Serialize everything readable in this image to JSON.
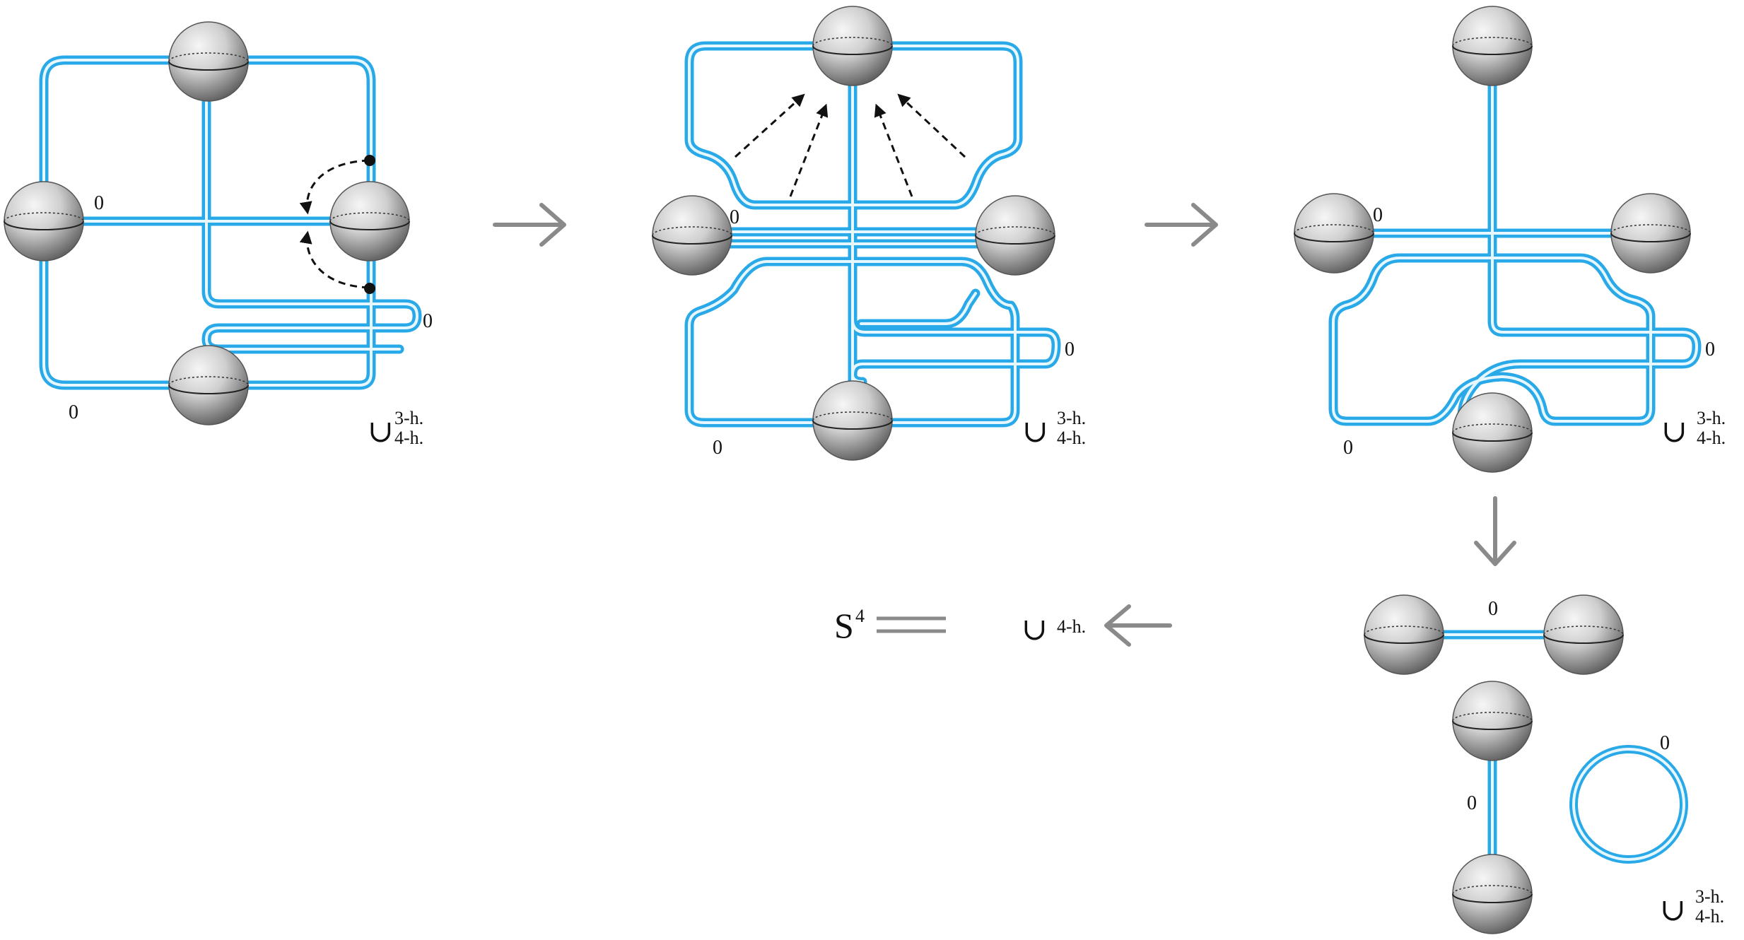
{
  "colors": {
    "band_outer": "#29a9e8",
    "band_inner": "#e6f7ff",
    "sphere_light": "#f6f6f6",
    "sphere_dark": "#5a5a5a",
    "arrow_gray": "#8a8a8a",
    "dashed_arrow": "#111111"
  },
  "labels": {
    "framing": "0",
    "handles_3": "3-h.",
    "handles_4": "4-h.",
    "union": "∪",
    "s4_base": "S",
    "s4_sup": "4"
  },
  "panels": [
    {
      "id": "panel-1",
      "framings": [
        "0",
        "0",
        "0"
      ],
      "suffix": [
        "3-h.",
        "4-h."
      ]
    },
    {
      "id": "panel-2",
      "framings": [
        "0",
        "0",
        "0"
      ],
      "suffix": [
        "3-h.",
        "4-h."
      ]
    },
    {
      "id": "panel-3",
      "framings": [
        "0",
        "0",
        "0"
      ],
      "suffix": [
        "3-h.",
        "4-h."
      ]
    },
    {
      "id": "panel-4",
      "framings": [
        "0",
        "0",
        "0"
      ],
      "suffix": [
        "3-h.",
        "4-h."
      ]
    },
    {
      "id": "panel-5",
      "suffix": [
        "4-h."
      ],
      "equals_lhs": "S4"
    }
  ],
  "icons": {
    "sphere": "sphere-icon",
    "step_arrow": "arrow-icon",
    "equals": "equals-icon"
  }
}
